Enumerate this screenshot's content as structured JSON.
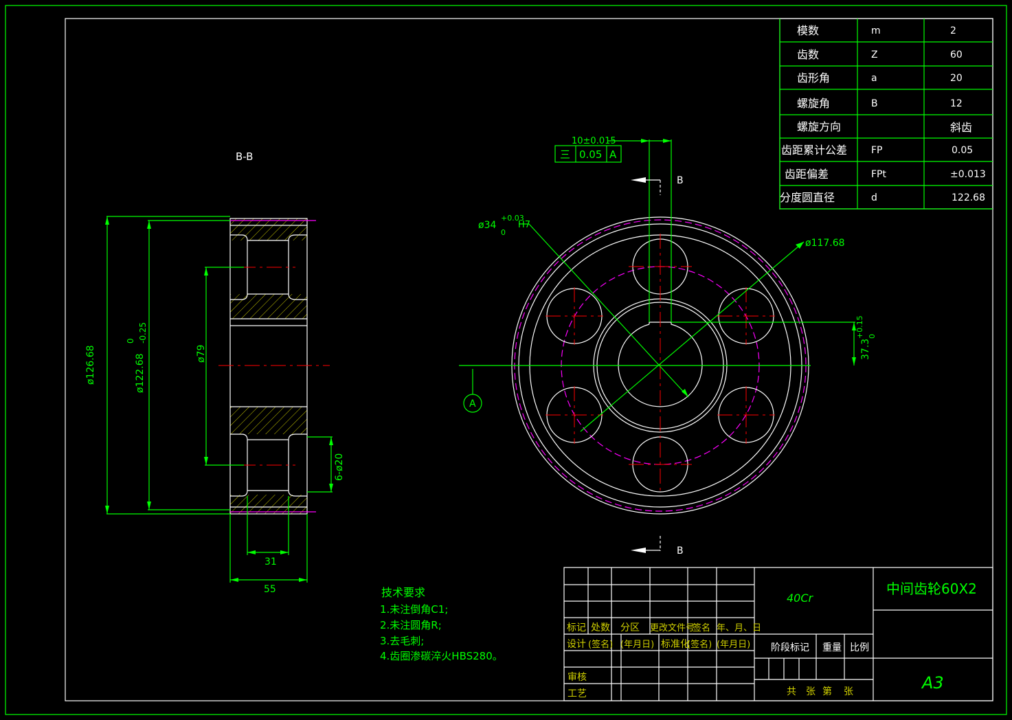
{
  "section_label": "B-B",
  "dims": {
    "od": "ø126.68",
    "d1": "ø122.68",
    "d1_tol_upper": "0",
    "d1_tol_lower": "-0.25",
    "hub": "ø79",
    "holes": "6-ø20",
    "hole_width": "31",
    "face_width": "55",
    "bore": "ø34",
    "bore_tol_upper": "+0.03",
    "bore_tol_lower": "0",
    "bore_fit": "H7",
    "key_width": "10±0.015",
    "pitch_circle": "ø117.68",
    "key_depth": "37.3",
    "key_depth_tol_upper": "+0.15",
    "key_depth_tol_lower": "0"
  },
  "tolerance_frame": {
    "symbol": "三",
    "value": "0.05",
    "datum": "A"
  },
  "datum_label": "A",
  "section_marks": [
    "B",
    "B"
  ],
  "gear_params": [
    {
      "name": "模数",
      "symbol": "m",
      "value": "2"
    },
    {
      "name": "齿数",
      "symbol": "Z",
      "value": "60"
    },
    {
      "name": "齿形角",
      "symbol": "a",
      "value": "20"
    },
    {
      "name": "螺旋角",
      "symbol": "B",
      "value": "12"
    },
    {
      "name": "螺旋方向",
      "symbol": "",
      "value": "斜齿"
    },
    {
      "name": "齿距累计公差",
      "symbol": "FP",
      "value": "0.05"
    },
    {
      "name": "齿距偏差",
      "symbol": "FPt",
      "value": "±0.013"
    },
    {
      "name": "分度圆直径",
      "symbol": "d",
      "value": "122.68"
    }
  ],
  "tech_requirements": {
    "title": "技术要求",
    "items": [
      "1.未注倒角C1;",
      "2.未注圆角R;",
      "3.去毛刺;",
      "4.齿圈渗碳淬火HBS280。"
    ]
  },
  "title_block": {
    "material": "40Cr",
    "part_name": "中间齿轮60X2",
    "sheet_size": "A3",
    "headers": [
      "标记",
      "处数",
      "分区",
      "更改文件号",
      "签名",
      "年、月、日"
    ],
    "design": "设计",
    "sign1": "(签名)",
    "date1": "(年月日)",
    "std": "标准化",
    "sign2": "(签名)",
    "date2": "(年月日)",
    "review": "审核",
    "process": "工艺",
    "stage": "阶段标记",
    "weight": "重量",
    "scale": "比例",
    "sheets_total": "共",
    "sheets_unit1": "张",
    "sheets_index": "第",
    "sheets_unit2": "张"
  },
  "colors": {
    "lines": "#00ff00",
    "outline": "#ffffff",
    "center": "#ff0000",
    "pitch": "#ff00ff",
    "hatch": "#c8c800"
  }
}
